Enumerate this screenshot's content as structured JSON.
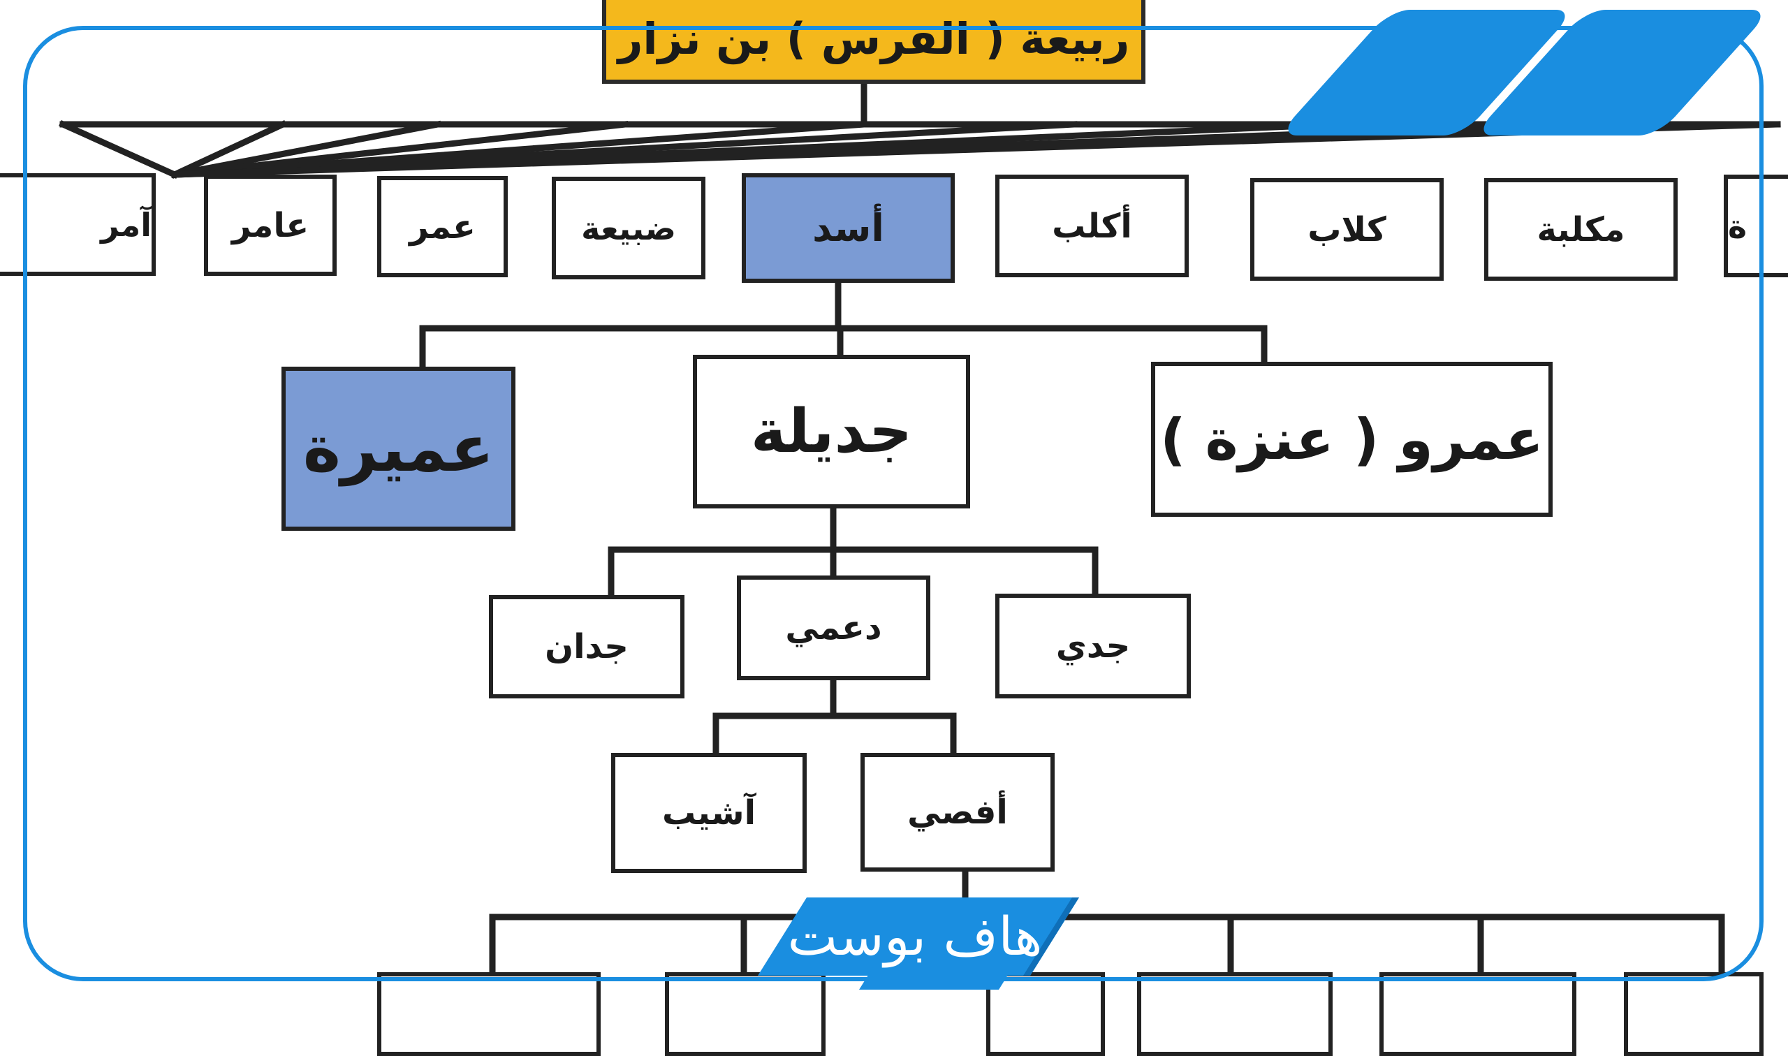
{
  "diagram": {
    "root": {
      "label": "ربيعة ( الفرس ) بن نزار",
      "color": "#f4b81c"
    },
    "tribes": [
      {
        "id": "amir1",
        "label": "آمر"
      },
      {
        "id": "amir2",
        "label": "عامر"
      },
      {
        "id": "umar",
        "label": "عمر"
      },
      {
        "id": "dubayah",
        "label": "ضبيعة"
      },
      {
        "id": "asad",
        "label": "أسد",
        "color": "#7b9bd4"
      },
      {
        "id": "aklub",
        "label": "أكلب"
      },
      {
        "id": "kilab",
        "label": "كلاب"
      },
      {
        "id": "maklabah",
        "label": "مكلبة"
      },
      {
        "id": "cut",
        "label": "ة"
      }
    ],
    "asad_children": [
      {
        "id": "umayrah",
        "label": "عميرة",
        "color": "#7b9bd4"
      },
      {
        "id": "jadilah",
        "label": "جديلة"
      },
      {
        "id": "amr",
        "label": "عمرو ( عنزة )"
      }
    ],
    "jadilah_children": [
      {
        "id": "judan",
        "label": "جدان"
      },
      {
        "id": "dumi",
        "label": "دعمي"
      },
      {
        "id": "jadi",
        "label": "جدي"
      }
    ],
    "dumi_children": [
      {
        "id": "ashyab",
        "label": "آشيب"
      },
      {
        "id": "afsa",
        "label": "أفصي"
      }
    ],
    "line_color": "#222222"
  },
  "watermark": {
    "text": "هاف بوست",
    "accent": "#1a8ee0"
  }
}
